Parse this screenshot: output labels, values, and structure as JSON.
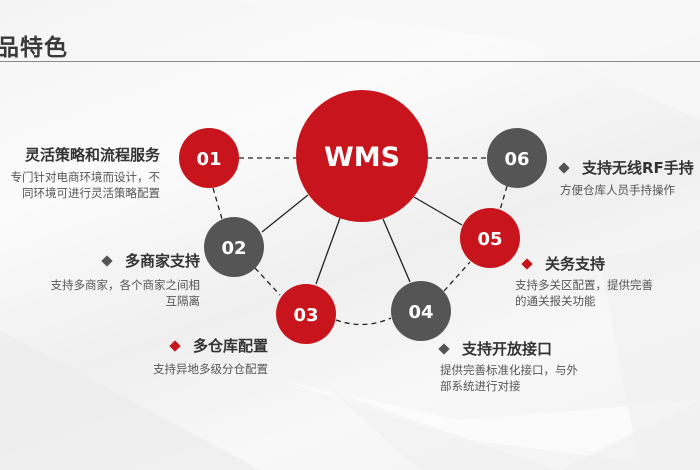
{
  "page": {
    "title": "品特色"
  },
  "colors": {
    "red": "#c8141c",
    "gray": "#555555",
    "text_dark": "#333333",
    "text_desc": "#555555"
  },
  "diagram": {
    "center": {
      "label": "WMS",
      "color": "red"
    },
    "nodes": [
      {
        "id": "01",
        "label": "01",
        "color": "red"
      },
      {
        "id": "02",
        "label": "02",
        "color": "gray"
      },
      {
        "id": "03",
        "label": "03",
        "color": "red"
      },
      {
        "id": "04",
        "label": "04",
        "color": "gray"
      },
      {
        "id": "05",
        "label": "05",
        "color": "red"
      },
      {
        "id": "06",
        "label": "06",
        "color": "gray"
      }
    ]
  },
  "features": [
    {
      "node": "01",
      "title": "灵活策略和流程服务",
      "desc": "专门针对电商环境而设计，不同环境可进行灵活策略配置",
      "desc_lines": [
        "专门针对电商环境而设计，不",
        "同环境可进行灵活策略配置"
      ],
      "bullet": "none"
    },
    {
      "node": "02",
      "title": "多商家支持",
      "desc_lines": [
        "支持多商家，各个商家之间相",
        "互隔离"
      ],
      "bullet": "gray-diamond"
    },
    {
      "node": "03",
      "title": "多仓库配置",
      "desc_lines": [
        "支持异地多级分仓配置"
      ],
      "bullet": "red-diamond"
    },
    {
      "node": "04",
      "title": "支持开放接口",
      "desc_lines": [
        "提供完善标准化接口，与外",
        "部系统进行对接"
      ],
      "bullet": "gray-diamond"
    },
    {
      "node": "05",
      "title": "关务支持",
      "desc_lines": [
        "支持多关区配置，提供完善",
        "的通关报关功能"
      ],
      "bullet": "red-diamond"
    },
    {
      "node": "06",
      "title": "支持无线RF手持",
      "desc_lines": [
        "方便仓库人员手持操作"
      ],
      "bullet": "gray-diamond"
    }
  ]
}
